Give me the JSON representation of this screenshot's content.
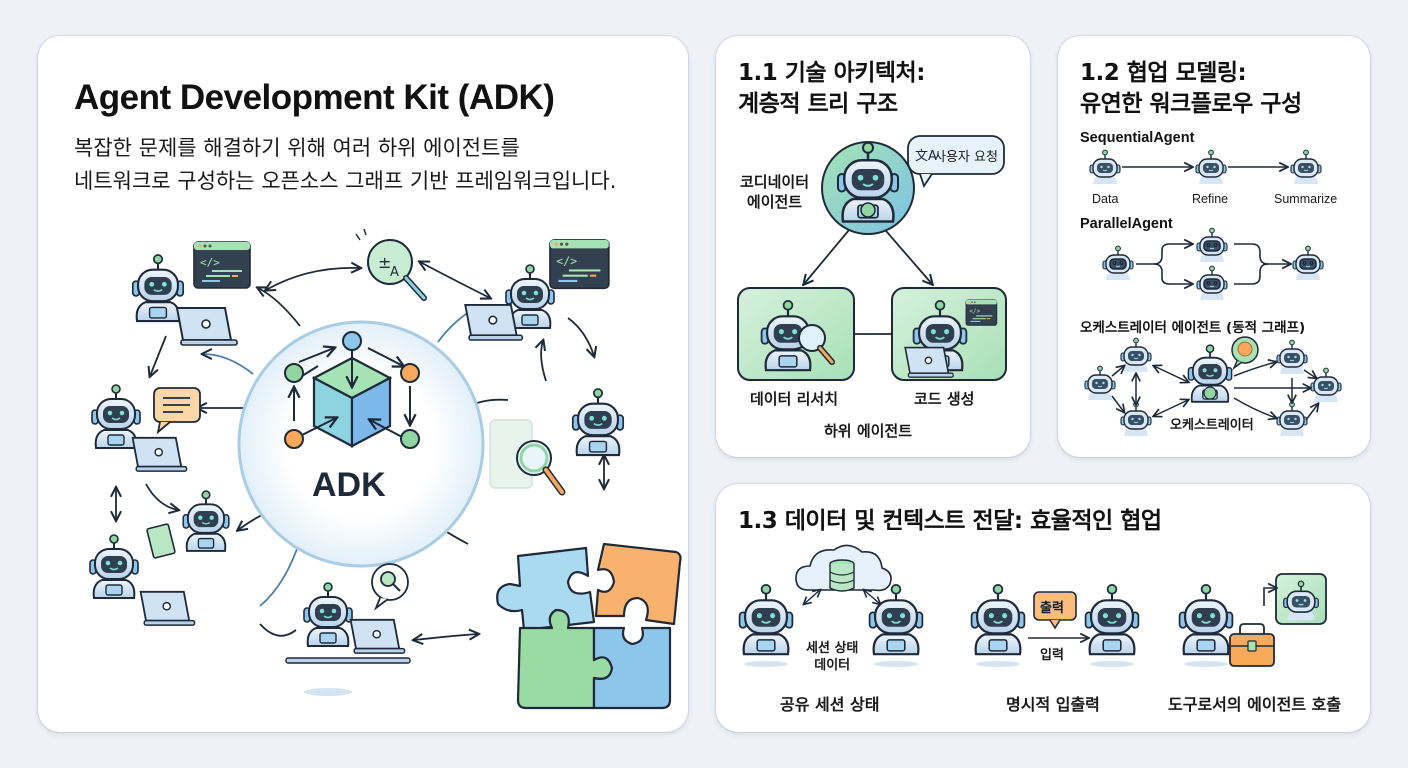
{
  "main": {
    "title": "Agent Development Kit (ADK)",
    "description_line1": "복잡한 문제를 해결하기 위해 여러 하위 에이전트를",
    "description_line2": "네트워크로 구성하는 오픈소스 그래프 기반 프레임워크입니다.",
    "hub_label": "ADK",
    "icons": [
      "robot-coder-icon",
      "code-window-icon",
      "translate-search-icon",
      "chat-bubble-icon",
      "magnifier-icon",
      "puzzle-icon",
      "document-icon"
    ]
  },
  "section_11": {
    "title_line1": "1.1 기술 아키텍처:",
    "title_line2": "계층적 트리 구조",
    "coordinator_label_line1": "코디네이터",
    "coordinator_label_line2": "에이전트",
    "user_request": "사용자 요청",
    "sub_agent_1": "데이터 리서치",
    "sub_agent_2": "코드 생성",
    "sub_agents_caption": "하위 에이전트"
  },
  "section_12": {
    "title_line1": "1.2 협업 모델링:",
    "title_line2": "유연한 워크플로우 구성",
    "sequential": {
      "label": "SequentialAgent",
      "steps": [
        "Data",
        "Refine",
        "Summarize"
      ]
    },
    "parallel": {
      "label": "ParallelAgent"
    },
    "orchestrator": {
      "label": "오케스트레이터 에이전트 (동적 그래프)",
      "center_label": "오케스트레이터"
    }
  },
  "section_13": {
    "title": "1.3 데이터 및 컨텍스트 전달: 효율적인 협업",
    "items": [
      {
        "caption": "공유 세션 상태",
        "inner_label_line1": "세션 상태",
        "inner_label_line2": "데이터"
      },
      {
        "caption": "명시적 입출력",
        "output_label": "출력",
        "input_label": "입력"
      },
      {
        "caption": "도구로서의 에이전트 호출"
      }
    ]
  },
  "colors": {
    "background": "#eef2f7",
    "card": "#ffffff",
    "outline": "#1e2a3a",
    "robot_body": "#dbe8f5",
    "robot_face": "#2f3e50",
    "robot_eye": "#7fe0d8",
    "accent_green": "#8fd6a0",
    "accent_blue": "#8cc6ea",
    "accent_orange": "#f6a85c",
    "hub_ring": "#a9cde6"
  }
}
